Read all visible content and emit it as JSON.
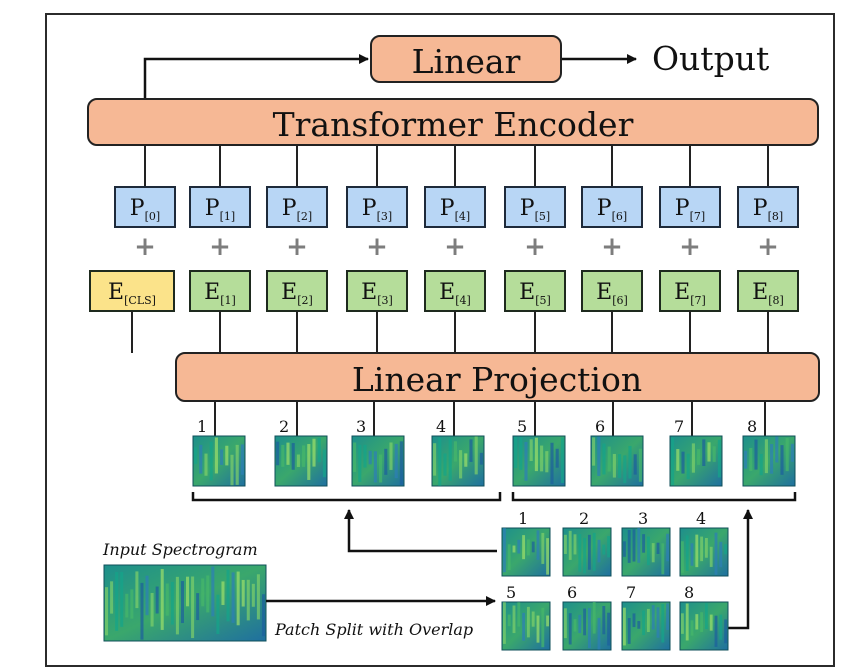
{
  "linear": "Linear",
  "output": "Output",
  "encoder": "Transformer Encoder",
  "projection": "Linear Projection",
  "positions": [
    {
      "base": "P",
      "sub": "[0]"
    },
    {
      "base": "P",
      "sub": "[1]"
    },
    {
      "base": "P",
      "sub": "[2]"
    },
    {
      "base": "P",
      "sub": "[3]"
    },
    {
      "base": "P",
      "sub": "[4]"
    },
    {
      "base": "P",
      "sub": "[5]"
    },
    {
      "base": "P",
      "sub": "[6]"
    },
    {
      "base": "P",
      "sub": "[7]"
    },
    {
      "base": "P",
      "sub": "[8]"
    }
  ],
  "plus": "+",
  "embeddings": [
    {
      "base": "E",
      "sub": "[CLS]"
    },
    {
      "base": "E",
      "sub": "[1]"
    },
    {
      "base": "E",
      "sub": "[2]"
    },
    {
      "base": "E",
      "sub": "[3]"
    },
    {
      "base": "E",
      "sub": "[4]"
    },
    {
      "base": "E",
      "sub": "[5]"
    },
    {
      "base": "E",
      "sub": "[6]"
    },
    {
      "base": "E",
      "sub": "[7]"
    },
    {
      "base": "E",
      "sub": "[8]"
    }
  ],
  "patch_numbers": [
    "1",
    "2",
    "3",
    "4",
    "5",
    "6",
    "7",
    "8"
  ],
  "input_spectrogram": "Input Spectrogram",
  "patch_split": "Patch Split with Overlap",
  "split_numbers_top": [
    "1",
    "2",
    "3",
    "4"
  ],
  "split_numbers_bottom": [
    "5",
    "6",
    "7",
    "8"
  ],
  "colors": {
    "orange": "#f6b895",
    "blue": "#b8d6f5",
    "green": "#b5dd9a",
    "yellow": "#fbe38a",
    "spectrogram": "#1f9a86"
  }
}
